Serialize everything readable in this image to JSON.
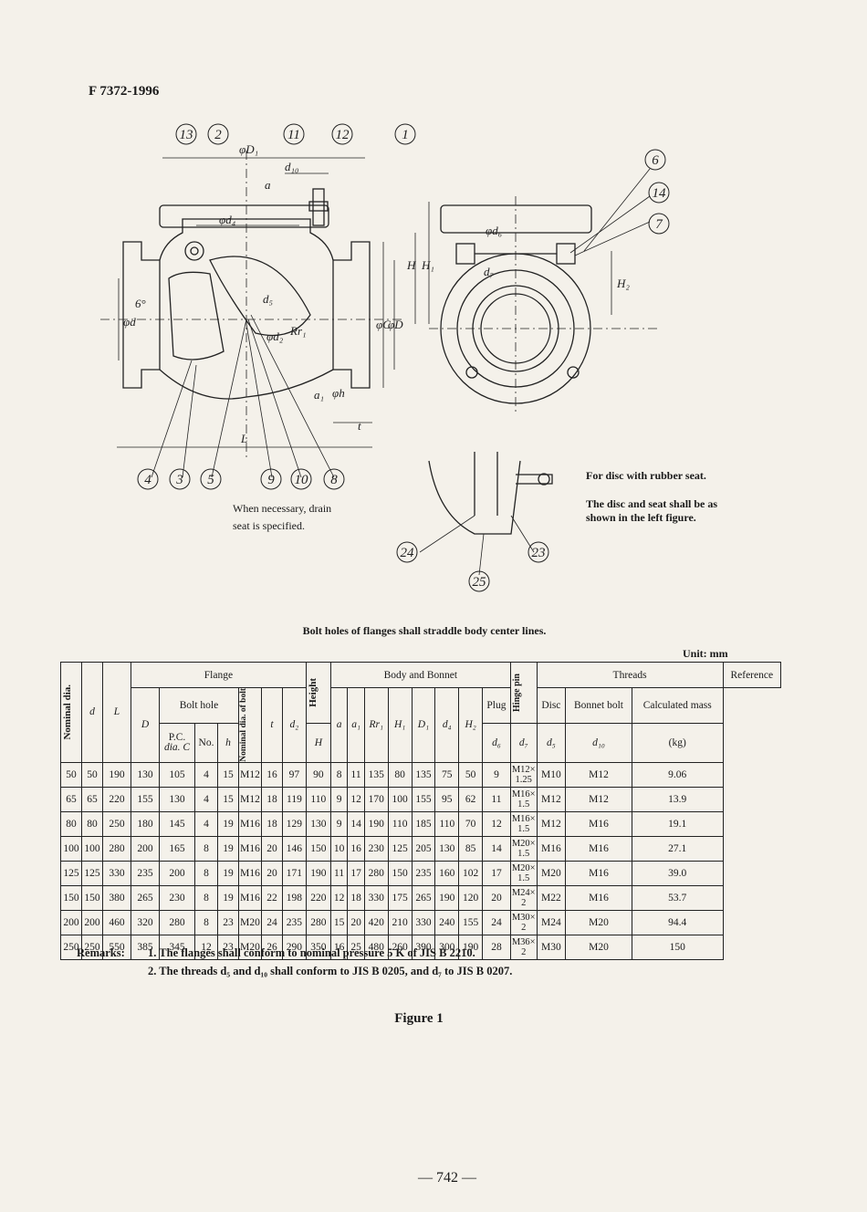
{
  "header": {
    "doc_id": "F 7372-1996"
  },
  "callouts": {
    "top": [
      "13",
      "2",
      "11",
      "12",
      "1"
    ],
    "right": [
      "6",
      "14",
      "7"
    ],
    "bottom": [
      "4",
      "3",
      "5",
      "9",
      "10",
      "8"
    ],
    "detail": [
      "24",
      "23",
      "25"
    ]
  },
  "dims": {
    "D1": "φD₁",
    "d10": "d₁₀",
    "a": "a",
    "d4": "φd₄",
    "d5": "d₅",
    "d2": "φd₂",
    "Rr": "Rr₁",
    "d6": "φd₆",
    "d7": "d₇",
    "H": "H",
    "H1": "H₁",
    "H2": "H₂",
    "C": "φC",
    "Dd": "φD",
    "d": "φd",
    "e": "6°",
    "t": "t",
    "L": "L",
    "h": "φh",
    "a1": "a₁"
  },
  "notes": {
    "drain": [
      "When necessary, drain",
      "seat is specified."
    ],
    "disc_title": "For disc with rubber seat.",
    "disc_body": [
      "The disc and seat shall be as",
      "shown in the left figure."
    ],
    "bolt_holes": "Bolt holes of flanges shall straddle body center lines.",
    "unit": "Unit: mm"
  },
  "table": {
    "head": {
      "nominal": "Nominal dia.",
      "d": "d",
      "L": "L",
      "flange": "Flange",
      "D": "D",
      "bolt_hole": "Bolt hole",
      "pc": "P.C.",
      "pc2": "dia. C",
      "no": "No.",
      "h": "h",
      "nom_bolt": "Nominal dia. of bolt",
      "t": "t",
      "height": "Height",
      "H": "H",
      "body": "Body and Bonnet",
      "d2": "d₂",
      "a": "a",
      "a1": "a₁",
      "Rr1": "Rr₁",
      "H1": "H₁",
      "D1": "D₁",
      "d4": "d₄",
      "H2": "H₂",
      "hinge": "Hinge pin",
      "d6": "d₆",
      "threads": "Threads",
      "plug": "Plug",
      "d7": "d₇",
      "disc": "Disc",
      "d5": "d₅",
      "bonnet": "Bonnet bolt",
      "d10": "d₁₀",
      "reference": "Reference",
      "mass": "Calculated mass",
      "kg": "(kg)"
    },
    "rows": [
      [
        "50",
        "50",
        "190",
        "130",
        "105",
        "4",
        "15",
        "M12",
        "16",
        "97",
        "90",
        "8",
        "11",
        "135",
        "80",
        "135",
        "75",
        "50",
        "9",
        "M12× 1.25",
        "M10",
        "M12",
        "9.06"
      ],
      [
        "65",
        "65",
        "220",
        "155",
        "130",
        "4",
        "15",
        "M12",
        "18",
        "119",
        "110",
        "9",
        "12",
        "170",
        "100",
        "155",
        "95",
        "62",
        "11",
        "M16× 1.5",
        "M12",
        "M12",
        "13.9"
      ],
      [
        "80",
        "80",
        "250",
        "180",
        "145",
        "4",
        "19",
        "M16",
        "18",
        "129",
        "130",
        "9",
        "14",
        "190",
        "110",
        "185",
        "110",
        "70",
        "12",
        "M16× 1.5",
        "M12",
        "M16",
        "19.1"
      ],
      [
        "100",
        "100",
        "280",
        "200",
        "165",
        "8",
        "19",
        "M16",
        "20",
        "146",
        "150",
        "10",
        "16",
        "230",
        "125",
        "205",
        "130",
        "85",
        "14",
        "M20× 1.5",
        "M16",
        "M16",
        "27.1"
      ],
      [
        "125",
        "125",
        "330",
        "235",
        "200",
        "8",
        "19",
        "M16",
        "20",
        "171",
        "190",
        "11",
        "17",
        "280",
        "150",
        "235",
        "160",
        "102",
        "17",
        "M20× 1.5",
        "M20",
        "M16",
        "39.0"
      ],
      [
        "150",
        "150",
        "380",
        "265",
        "230",
        "8",
        "19",
        "M16",
        "22",
        "198",
        "220",
        "12",
        "18",
        "330",
        "175",
        "265",
        "190",
        "120",
        "20",
        "M24× 2",
        "M22",
        "M16",
        "53.7"
      ],
      [
        "200",
        "200",
        "460",
        "320",
        "280",
        "8",
        "23",
        "M20",
        "24",
        "235",
        "280",
        "15",
        "20",
        "420",
        "210",
        "330",
        "240",
        "155",
        "24",
        "M30× 2",
        "M24",
        "M20",
        "94.4"
      ],
      [
        "250",
        "250",
        "550",
        "385",
        "345",
        "12",
        "23",
        "M20",
        "26",
        "290",
        "350",
        "16",
        "25",
        "480",
        "260",
        "390",
        "300",
        "190",
        "28",
        "M36× 2",
        "M30",
        "M20",
        "150"
      ]
    ]
  },
  "remarks": {
    "label": "Remarks:",
    "r1": "1.  The flanges shall conform to nominal pressure 5 K of JIS B 2210.",
    "r2": "2.  The threads d₅ and d₁₀ shall conform to JIS B 0205, and d₇ to JIS B 0207."
  },
  "figure_caption": "Figure 1",
  "page_number": "—  742  —"
}
